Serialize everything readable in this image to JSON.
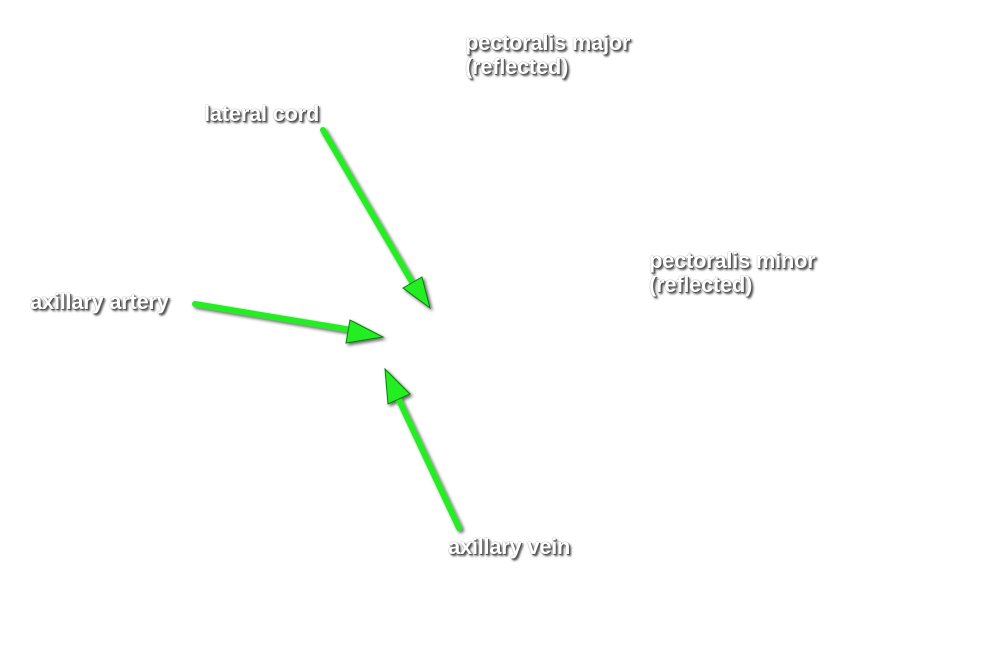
{
  "labels": {
    "pectoralis_major": [
      "pectoralis major",
      "(reflected)"
    ],
    "lateral_cord": "lateral cord",
    "pectoralis_minor": [
      "pectoralis minor",
      "(reflected)"
    ],
    "axillary_artery": "axillary artery",
    "axillary_vein": "axillary vein"
  },
  "colors": {
    "arrow_fill": "#22ee22",
    "arrow_stroke": "#0c7a0c",
    "label_text": "#ffffff",
    "background": "#ffffff"
  }
}
